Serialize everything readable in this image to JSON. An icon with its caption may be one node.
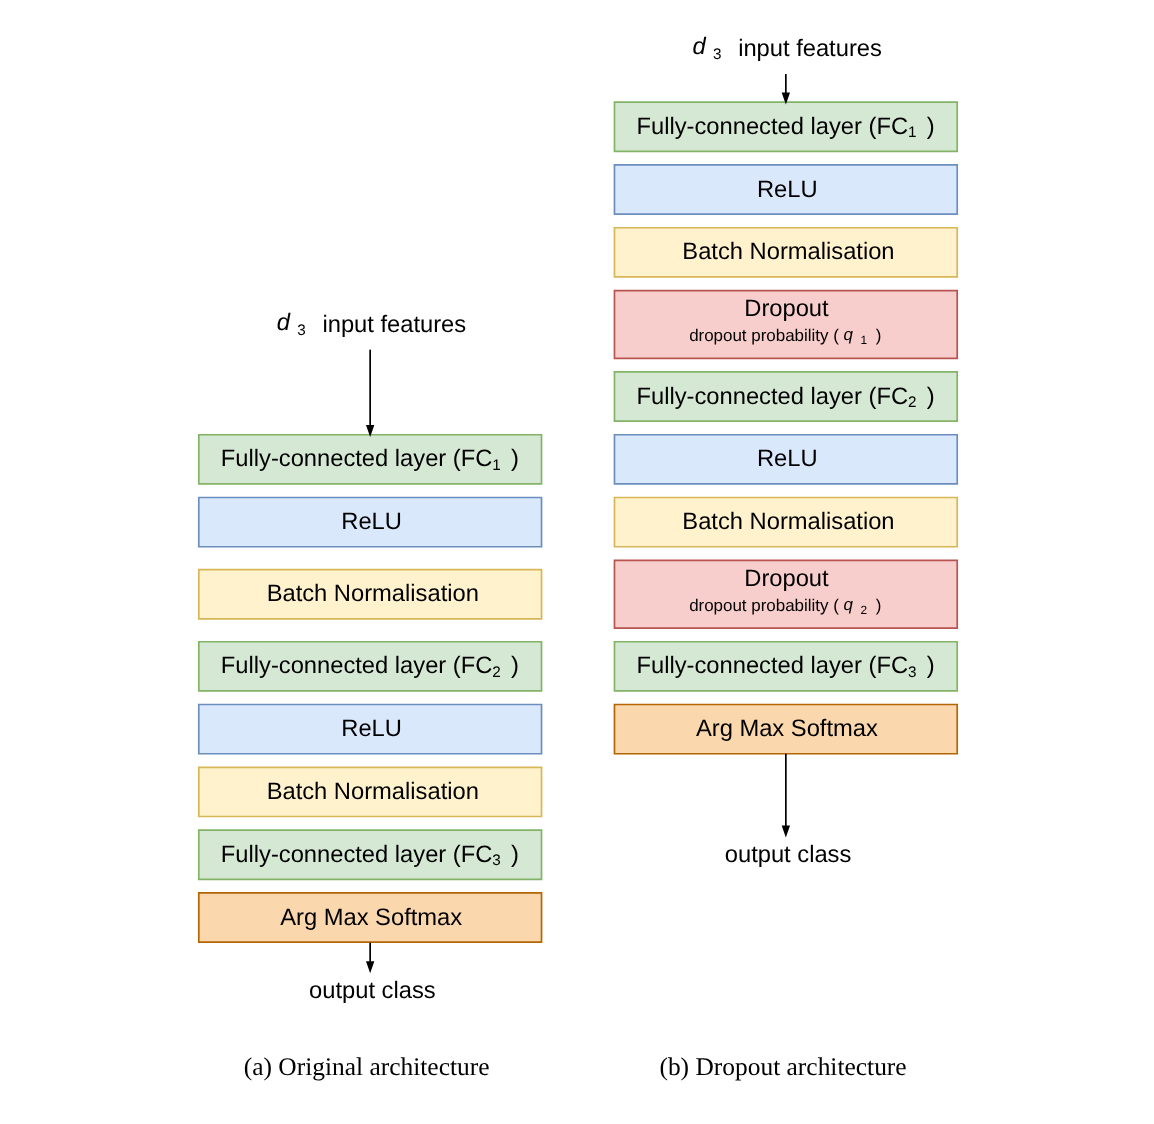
{
  "diagram": {
    "nodes": [
      {
        "text": [
          "*d*$_{3}$ input features"
        ]
      },
      {
        "text": [
          "Fully-connected layer (FC$_{1}$)"
        ]
      },
      {
        "text": [
          "ReLU"
        ]
      },
      {
        "text": [
          "Batch Normalisation"
        ]
      },
      {
        "text": [
          "Fully-connected layer (FC$_{2}$)"
        ]
      },
      {
        "text": [
          "ReLU"
        ]
      },
      {
        "text": [
          "Batch Normalisation"
        ]
      },
      {
        "text": [
          "Fully-connected layer (FC$_{3}$)"
        ]
      },
      {
        "text": [
          "Arg Max Softmax"
        ]
      },
      {
        "text": [
          "output class"
        ]
      },
      {
        "text": [
          "*d*$_{3}$ input features"
        ]
      },
      {
        "text": [
          "Fully-connected layer (FC$_{1}$)"
        ]
      },
      {
        "text": [
          "ReLU"
        ]
      },
      {
        "text": [
          "Batch Normalisation"
        ]
      },
      {
        "text": [
          "Dropout",
          "dropout probability (*q*$_{1}$)"
        ]
      },
      {
        "text": [
          "Fully-connected layer (FC$_{2}$)"
        ]
      },
      {
        "text": [
          "ReLU"
        ]
      },
      {
        "text": [
          "Batch Normalisation"
        ]
      },
      {
        "text": [
          "Dropout",
          "dropout probability (*q*$_{2}$)"
        ]
      },
      {
        "text": [
          "Fully-connected layer (FC$_{3}$)"
        ]
      },
      {
        "text": [
          "Arg Max Softmax"
        ]
      },
      {
        "text": [
          "output class"
        ]
      }
    ],
    "edges": [
      {
        "from": 0,
        "to": 1,
        "arrow": "to"
      },
      {
        "from": 8,
        "to": 9,
        "arrow": "to"
      },
      {
        "from": 10,
        "to": 11,
        "arrow": "to"
      },
      {
        "from": 20,
        "to": 21,
        "arrow": "to"
      }
    ],
    "labels": [
      "(a) Original architecture",
      "(b) Dropout architecture"
    ]
  }
}
